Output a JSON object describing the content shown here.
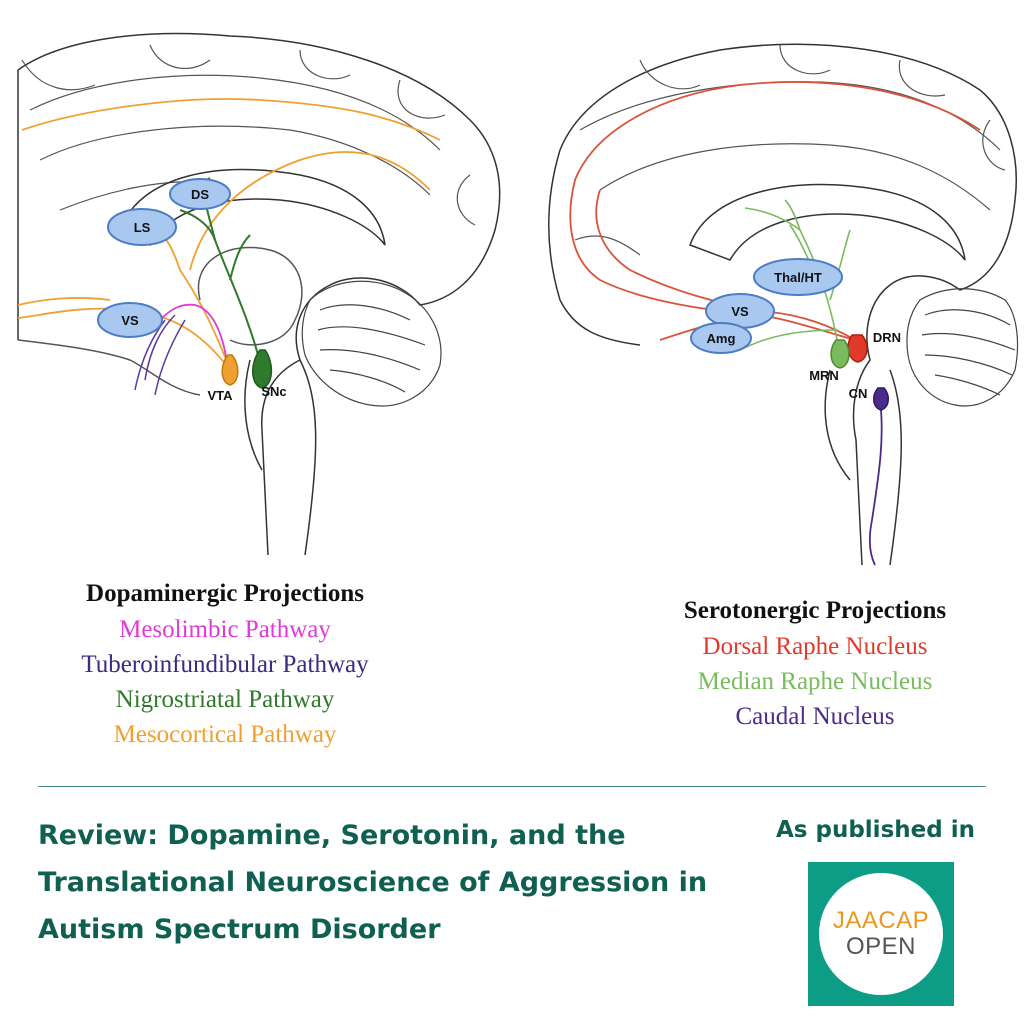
{
  "figure": {
    "dopaminergic": {
      "regions": [
        "DS",
        "LS",
        "VS"
      ],
      "nuclei": [
        "VTA",
        "SNc"
      ]
    },
    "serotonergic": {
      "regions": [
        "Thal/HT",
        "VS",
        "Amg"
      ],
      "nuclei": [
        "DRN",
        "MRN",
        "CN"
      ]
    }
  },
  "legend_dopaminergic": {
    "heading": "Dopaminergic Projections",
    "items": [
      {
        "label": "Mesolimbic Pathway",
        "color": "#e03ad8"
      },
      {
        "label": "Tuberoinfundibular Pathway",
        "color": "#3b2a80"
      },
      {
        "label": "Nigrostriatal Pathway",
        "color": "#2f7a2c"
      },
      {
        "label": "Mesocortical Pathway",
        "color": "#f0a030"
      }
    ]
  },
  "legend_serotonergic": {
    "heading": "Serotonergic Projections",
    "items": [
      {
        "label": "Dorsal Raphe Nucleus",
        "color": "#e23a2a"
      },
      {
        "label": "Median Raphe Nucleus",
        "color": "#79bb5d"
      },
      {
        "label": "Caudal Nucleus",
        "color": "#4a2b8c"
      }
    ]
  },
  "article": {
    "title": "Review: Dopamine, Serotonin, and the Translational Neuroscience of Aggression in Autism Spectrum Disorder",
    "published_label": "As published in",
    "journal_line1": "JAACAP",
    "journal_line2": "OPEN"
  },
  "colors": {
    "heading_teal": "#0f6050",
    "logo_teal": "#0d9d87",
    "region_fill": "#a9c8f0",
    "region_stroke": "#4d7cc4"
  }
}
